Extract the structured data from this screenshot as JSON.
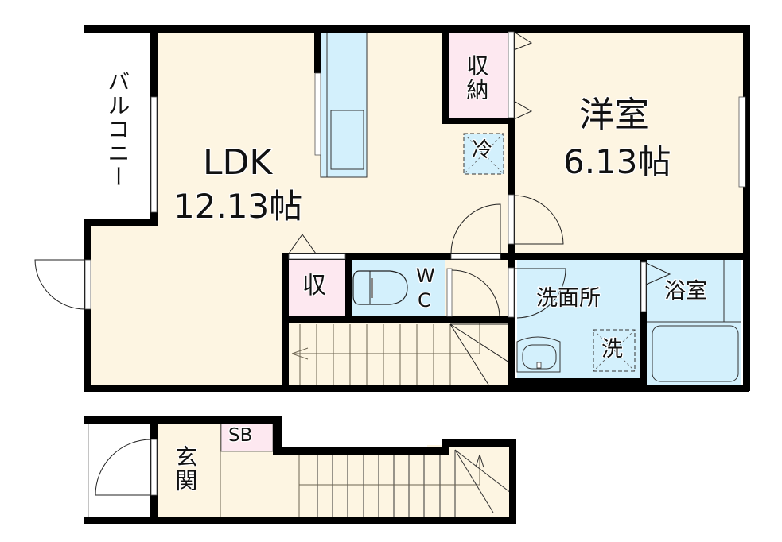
{
  "floor_plan": {
    "colors": {
      "floor": "#fdf5e2",
      "wet_area": "#d3f0fc",
      "storage": "#fde8f0",
      "wall": "#000000",
      "outside": "#ffffff"
    },
    "rooms": {
      "ldk": {
        "name": "LDK",
        "size": "12.13帖"
      },
      "western_room": {
        "name": "洋室",
        "size": "6.13帖"
      },
      "balcony": {
        "name": "バルコニー"
      },
      "closet_upper": {
        "name": "収納"
      },
      "refrigerator": {
        "name": "冷"
      },
      "storage_small": {
        "name": "収"
      },
      "toilet": {
        "name_line1": "W",
        "name_line2": "C"
      },
      "washroom": {
        "name": "洗面所"
      },
      "washer": {
        "name": "洗"
      },
      "bathroom": {
        "name": "浴室"
      },
      "entrance": {
        "name": "玄関"
      },
      "shoe_box": {
        "name": "SB"
      }
    }
  }
}
